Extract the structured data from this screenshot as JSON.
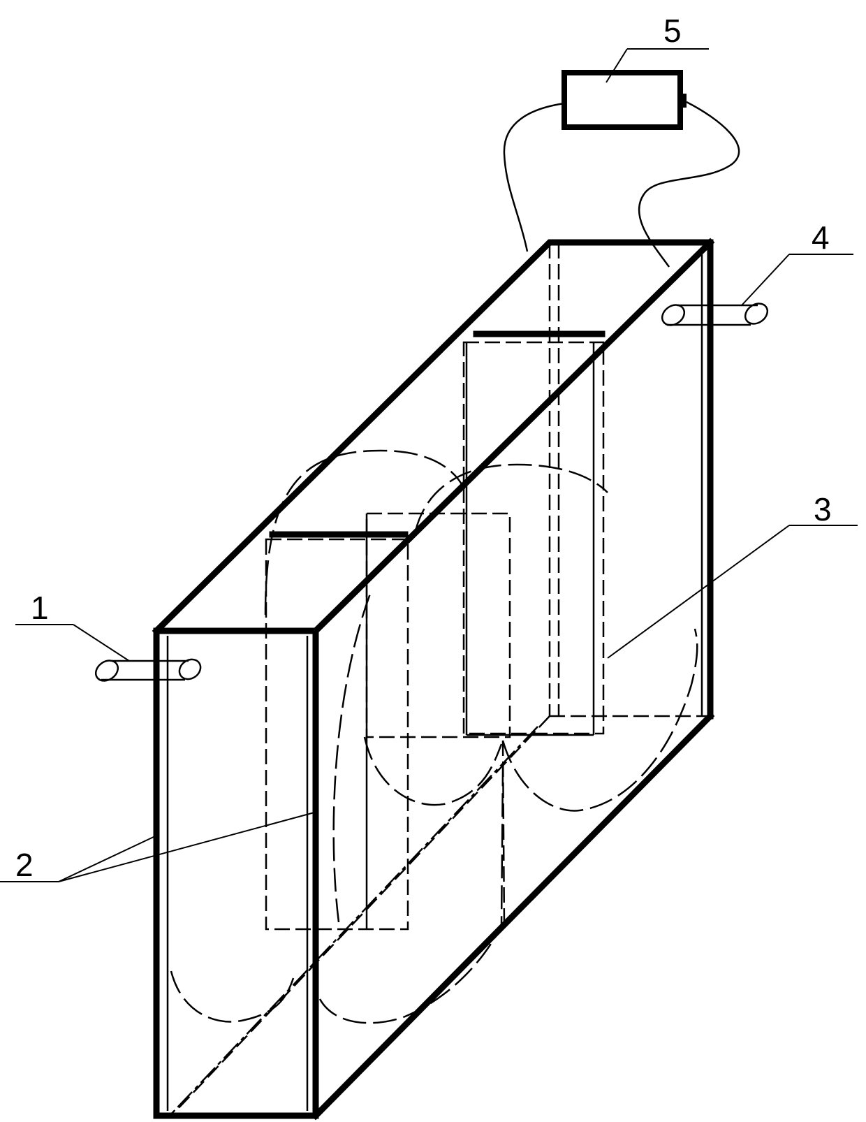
{
  "labels": {
    "inlet": "1",
    "electrode_plates": "2",
    "baffle": "3",
    "outlet": "4",
    "power_supply": "5"
  }
}
